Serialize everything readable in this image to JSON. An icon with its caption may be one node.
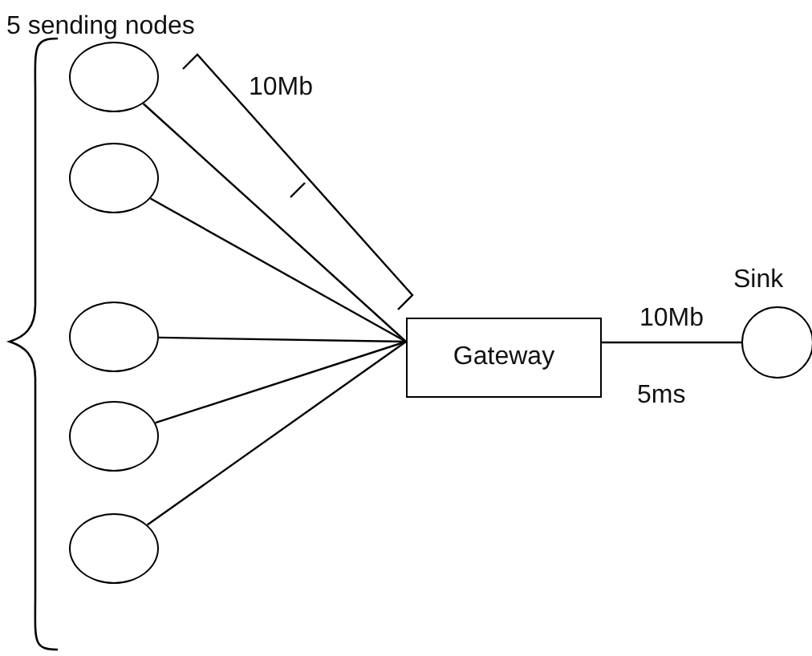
{
  "diagram": {
    "nodes": [
      {
        "text": [],
        "shape": "circle"
      },
      {
        "text": [],
        "shape": "circle"
      },
      {
        "text": [],
        "shape": "circle"
      },
      {
        "text": [],
        "shape": "circle"
      },
      {
        "text": [],
        "shape": "circle"
      },
      {
        "text": [
          "Gateway"
        ]
      },
      {
        "text": [],
        "shape": "circle",
        "beside": [
          "Sink"
        ]
      }
    ],
    "edges": [
      {
        "from": 0,
        "to": 5,
        "arrow": "none"
      },
      {
        "from": 1,
        "to": 5,
        "arrow": "none"
      },
      {
        "from": 2,
        "to": 5,
        "arrow": "none"
      },
      {
        "from": 3,
        "to": 5,
        "arrow": "none"
      },
      {
        "from": 4,
        "to": 5,
        "arrow": "none"
      },
      {
        "from": 5,
        "to": 6,
        "arrow": "none",
        "label": "10Mb"
      }
    ],
    "labels": [
      "5 sending nodes",
      "10Mb",
      "5ms"
    ]
  }
}
